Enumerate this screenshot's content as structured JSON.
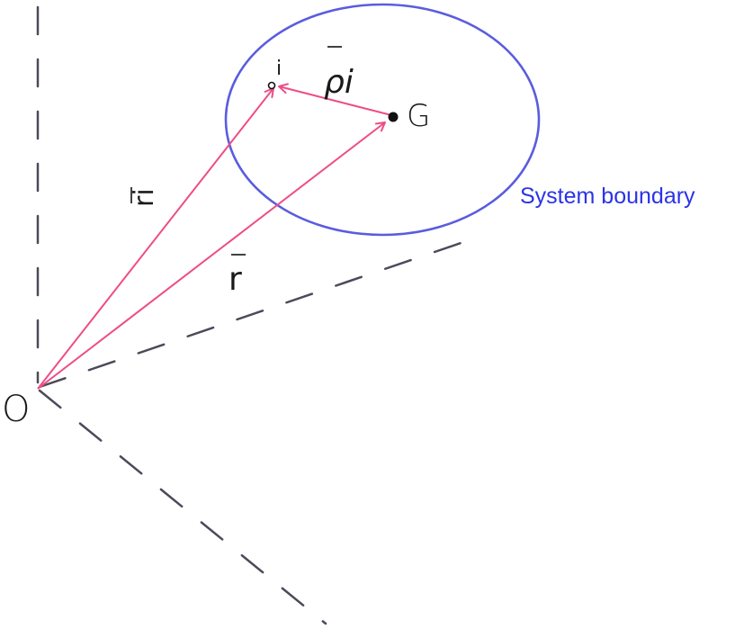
{
  "diagram": {
    "labels": {
      "origin": "O",
      "center_of_mass": "G",
      "particle": "i",
      "vec_rho_i": "ρi",
      "vec_r_i": "ri",
      "vec_r": "r",
      "system_boundary": "System boundary"
    },
    "colors": {
      "axes": "#4a4a5a",
      "vectors": "#ee4d86",
      "boundary": "#5a5cde",
      "boundary_text": "#2b33e6",
      "ink": "#111111"
    }
  }
}
